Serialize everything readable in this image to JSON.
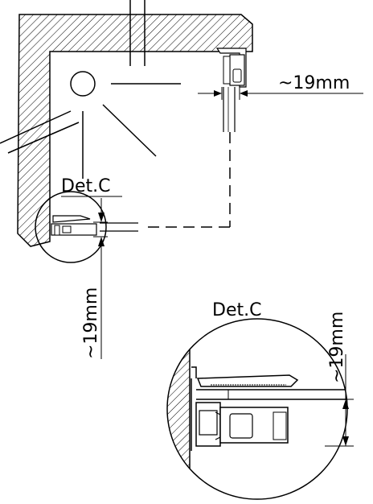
{
  "labels": {
    "detail_label_top": "Det.C",
    "detail_label_zoom": "Det.C",
    "dim_right_top": "~19mm",
    "dim_left_vertical": "~19mm",
    "dim_zoom_vertical": "~19mm"
  },
  "colors": {
    "ink": "#000000",
    "background": "#ffffff"
  }
}
